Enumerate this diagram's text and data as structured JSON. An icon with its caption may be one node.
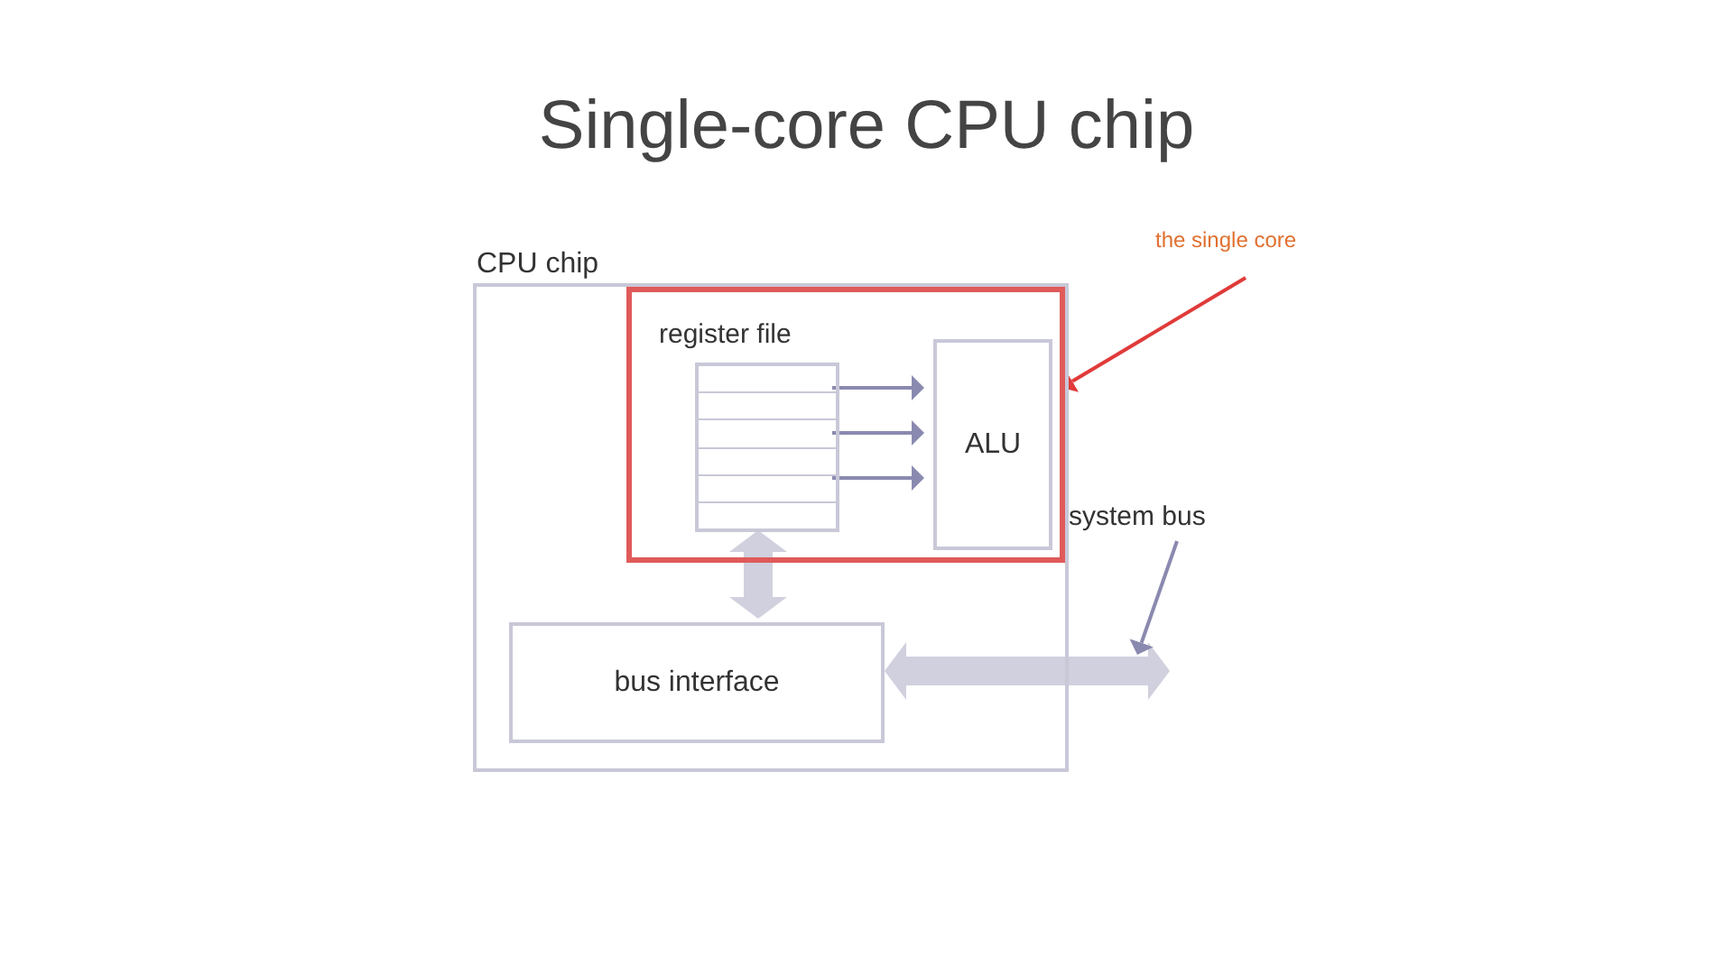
{
  "diagram": {
    "title": "Single-core CPU chip",
    "nodes": [
      {
        "text": [
          "CPU chip"
        ]
      },
      {
        "text": [],
        "shape": "box",
        "in": 0
      },
      {
        "text": [
          "register file"
        ],
        "in": 1
      },
      {
        "text": [
          "ALU"
        ],
        "in": 1
      },
      {
        "text": [
          "bus interface"
        ],
        "in": 0
      },
      {
        "text": [
          "the single core"
        ]
      },
      {
        "text": [
          "system bus"
        ]
      }
    ],
    "edges": [
      {
        "from": 2,
        "to": 3,
        "arrow": "to"
      },
      {
        "from": 2,
        "to": 3,
        "arrow": "to"
      },
      {
        "from": 2,
        "to": 3,
        "arrow": "to"
      },
      {
        "from": 2,
        "to": 4,
        "arrow": "both",
        "style": "thick"
      },
      {
        "from": 4,
        "to": null,
        "arrow": "both",
        "style": "thick"
      },
      {
        "from": 5,
        "to": 1,
        "arrow": "to",
        "color": "#e03a3a"
      },
      {
        "from": 6,
        "to": null,
        "arrow": "to"
      }
    ]
  }
}
